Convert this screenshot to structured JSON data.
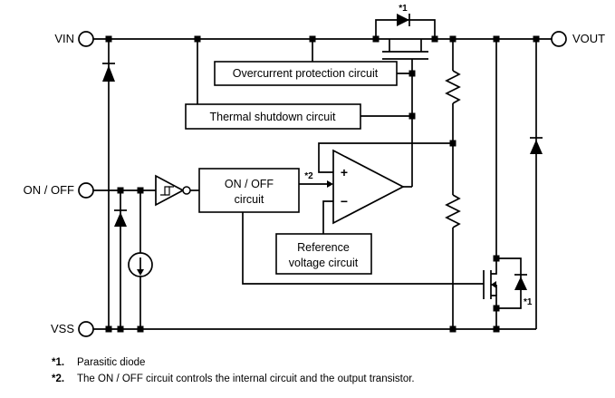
{
  "diagram": {
    "pins": {
      "vin": "VIN",
      "vout": "VOUT",
      "on_off": "ON / OFF",
      "vss": "VSS"
    },
    "blocks": {
      "overcurrent": "Overcurrent protection circuit",
      "thermal": "Thermal shutdown circuit",
      "on_off_line1": "ON / OFF",
      "on_off_line2": "circuit",
      "reference_line1": "Reference",
      "reference_line2": "voltage circuit"
    },
    "opamp": {
      "plus": "+",
      "minus": "−"
    },
    "notes": {
      "star1": "*1",
      "star2": "*2"
    },
    "footnotes": [
      {
        "label": "*1.",
        "text": "Parasitic diode"
      },
      {
        "label": "*2.",
        "text": "The ON / OFF circuit controls the internal circuit and the output transistor."
      }
    ]
  },
  "colors": {
    "line": "#000000",
    "background": "#ffffff"
  }
}
